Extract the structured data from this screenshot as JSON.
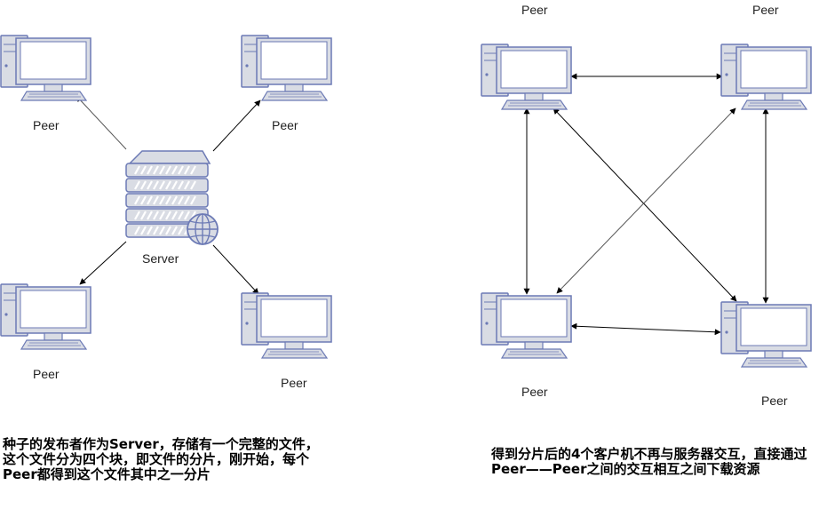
{
  "diagram": {
    "left": {
      "server_label": "Server",
      "peer_labels": [
        "Peer",
        "Peer",
        "Peer",
        "Peer"
      ],
      "caption": "种子的发布者作为Server，存储有一个完整的文件，这个文件分为四个块，即文件的分片，刚开始，每个Peer都得到这个文件其中之一分片"
    },
    "right": {
      "peer_labels": [
        "Peer",
        "Peer",
        "Peer",
        "Peer"
      ],
      "caption": "得到分片后的4个客户机不再与服务器交互，直接通过Peer——Peer之间的交互相互之间下载资源"
    },
    "colors": {
      "device_fill": "#d9dce4",
      "device_stroke": "#6c7ab5",
      "screen": "#ffffff",
      "arrow": "#000000"
    }
  }
}
